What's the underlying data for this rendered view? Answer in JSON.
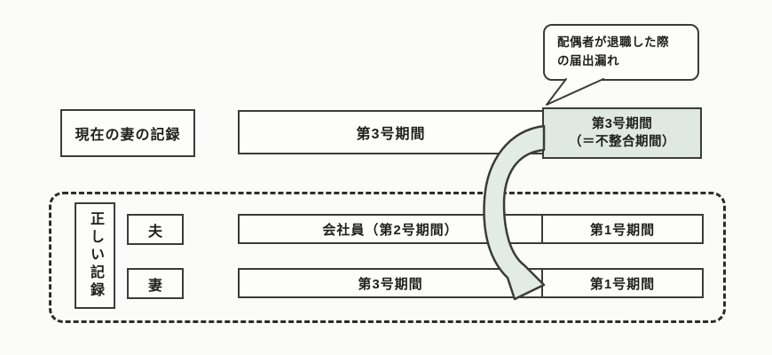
{
  "callout": {
    "line1": "配偶者が退職した際",
    "line2": "の届出漏れ"
  },
  "current_record": {
    "row_label": "現在の妻の記録",
    "segment_main": "第3号期間",
    "segment_highlight_line1": "第3号期間",
    "segment_highlight_line2": "（＝不整合期間）"
  },
  "correct_record": {
    "group_label": "正しい記録",
    "rows": [
      {
        "person": "夫",
        "segment_left": "会社員（第2号期間）",
        "segment_right": "第1号期間"
      },
      {
        "person": "妻",
        "segment_left": "第3号期間",
        "segment_right": "第1号期間"
      }
    ]
  },
  "colors": {
    "highlight_fill": "#dfe8e2",
    "arrow_fill": "#e2ebe5",
    "line": "#3b3b3b"
  }
}
